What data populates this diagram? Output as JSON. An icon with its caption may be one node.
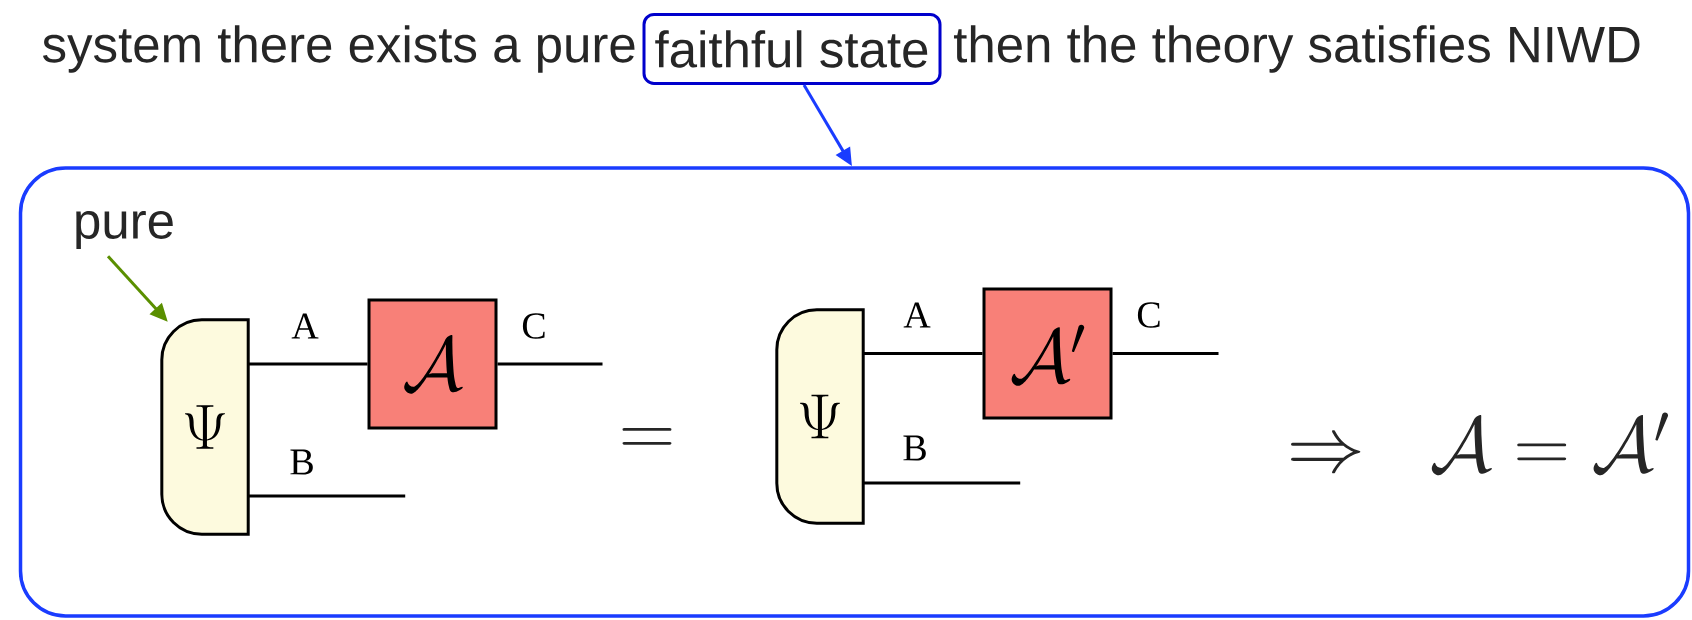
{
  "diagram": {
    "nodes": [
      {
        "text": [
          "faithful state"
        ]
      },
      {
        "text": [],
        "shape": "box"
      },
      {
        "text": [
          "pure"
        ],
        "in": 1
      },
      {
        "text": [
          "\\Psi"
        ],
        "in": 1
      },
      {
        "text": [
          "\\mathcal{A}"
        ],
        "in": 1
      },
      {
        "text": [
          "\\Psi"
        ],
        "in": 1
      },
      {
        "text": [
          "\\mathcal{A}'"
        ],
        "in": 1
      }
    ],
    "edges": [
      {
        "from": 0,
        "to": 1,
        "arrow": "to",
        "color": "#1a3cff"
      },
      {
        "from": 2,
        "to": 3,
        "arrow": "to",
        "color": "#5a8f00"
      },
      {
        "from": 3,
        "to": 4,
        "arrow": "none",
        "label": "A"
      },
      {
        "from": 4,
        "to": null,
        "arrow": "none",
        "label": "C"
      },
      {
        "from": 3,
        "to": null,
        "arrow": "none",
        "label": "B"
      },
      {
        "from": 5,
        "to": 6,
        "arrow": "none",
        "label": "A"
      },
      {
        "from": 6,
        "to": null,
        "arrow": "none",
        "label": "C"
      },
      {
        "from": 5,
        "to": null,
        "arrow": "none",
        "label": "B"
      }
    ],
    "labels": [
      "system there exists a pure",
      "then the theory satisfies NIWD",
      "=",
      "\\Rightarrow\\ \\ \\mathcal{A}=\\mathcal{A}'"
    ]
  }
}
